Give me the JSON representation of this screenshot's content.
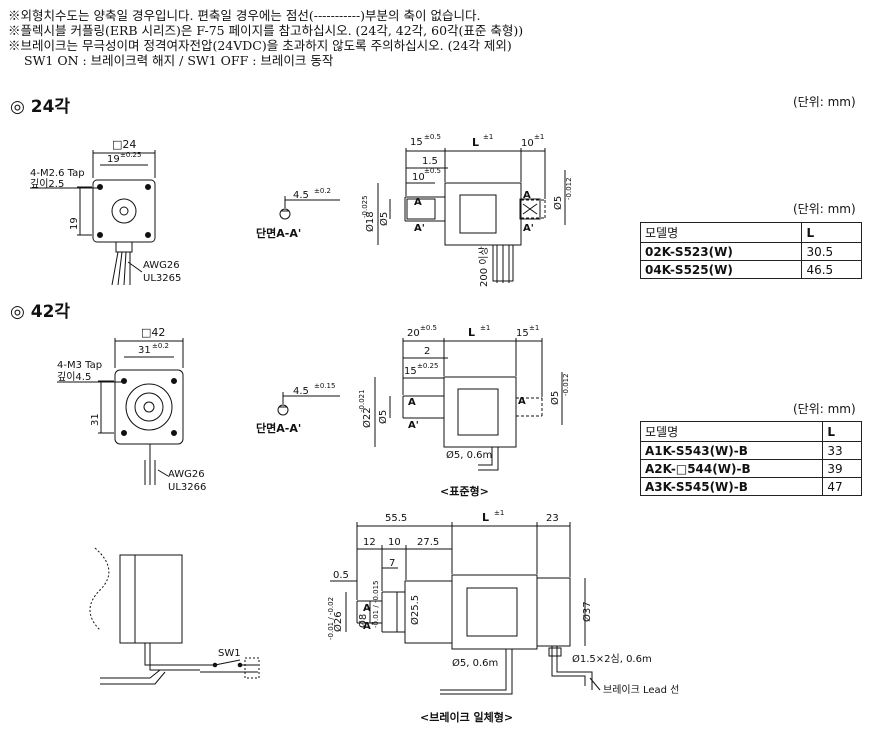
{
  "notes": [
    "※외형치수도는 양축일 경우입니다. 편축일 경우에는 점선(-----------)부분의 축이 없습니다.",
    "※플렉시블 커플링(ERB 시리즈)은 F-75 페이지를 참고하십시오. (24각, 42각, 60각(표준 축형))",
    "※브레이크는 무극성이며 정격여자전압(24VDC)을 초과하지 않도록 주의하십시오. (24각 제외)",
    "SW1 ON : 브레이크력 해지 / SW1 OFF : 브레이크 동작"
  ],
  "unit_label": "(단위: mm)",
  "sections": {
    "s24": {
      "title": "◎ 24각",
      "front": {
        "square": "□24",
        "pitch": "19",
        "pitch_tol": "±0.25",
        "pitch_v": "19",
        "tap": "4-M2.6 Tap",
        "depth": "깊이2.5",
        "awg": "AWG26",
        "ul": "UL3265"
      },
      "section": {
        "dim": "4.5",
        "dim_tol": "±0.2",
        "label": "단면A-A'"
      },
      "side": {
        "d1": "15",
        "d1_tol": "±0.5",
        "L": "L",
        "L_tol": "±1",
        "d2": "10",
        "d2_tol": "±1",
        "d3": "1.5",
        "d4": "10",
        "d4_tol": "±0.5",
        "shaft": "Ø5",
        "shaft_tol": "-0.012",
        "boss": "Ø18",
        "boss_tol": "-0.025",
        "lead": "200 이상",
        "a": "A",
        "a2": "A'"
      },
      "table": {
        "unit": "(단위: mm)",
        "headers": [
          "모델명",
          "L"
        ],
        "rows": [
          [
            "02K-S523(W)",
            "30.5"
          ],
          [
            "04K-S525(W)",
            "46.5"
          ]
        ]
      }
    },
    "s42": {
      "title": "◎ 42각",
      "front": {
        "square": "□42",
        "pitch": "31",
        "pitch_tol": "±0.2",
        "pitch_v": "31",
        "tap": "4-M3 Tap",
        "depth": "깊이4.5",
        "awg": "AWG26",
        "ul": "UL3266"
      },
      "section": {
        "dim": "4.5",
        "dim_tol": "±0.15",
        "label": "단면A-A'"
      },
      "side": {
        "d1": "20",
        "d1_tol": "±0.5",
        "L": "L",
        "L_tol": "±1",
        "d2": "15",
        "d2_tol": "±1",
        "d3": "2",
        "d4": "15",
        "d4_tol": "±0.25",
        "shaft": "Ø5",
        "shaft_tol": "-0.012",
        "boss": "Ø22",
        "boss_tol": "-0.021",
        "cable": "Ø5, 0.6m",
        "a": "A",
        "a2": "A'",
        "caption": "<표준형>"
      },
      "table": {
        "unit": "(단위: mm)",
        "headers": [
          "모델명",
          "L"
        ],
        "rows": [
          [
            "A1K-S543(W)-B",
            "33"
          ],
          [
            "A2K-□544(W)-B",
            "39"
          ],
          [
            "A3K-S545(W)-B",
            "47"
          ]
        ]
      }
    },
    "brake": {
      "d_total": "55.5",
      "L": "L",
      "L_tol": "±1",
      "d_end": "23",
      "d12": "12",
      "d10": "10",
      "d275": "27.5",
      "d7": "7",
      "d05": "0.5",
      "boss": "Ø26",
      "boss_tol": "-0.01 / -0.02",
      "shaft": "Ø8",
      "shaft_tol": "-0.01 / -0.015",
      "d255": "Ø25.5",
      "d37": "Ø37",
      "cable": "Ø5, 0.6m",
      "lead_wire": "Ø1.5×2심, 0.6m",
      "brake_lead": "브레이크 Lead 선",
      "sw": "SW1",
      "a": "A",
      "a2": "A'",
      "caption": "<브레이크 일체형>"
    }
  }
}
